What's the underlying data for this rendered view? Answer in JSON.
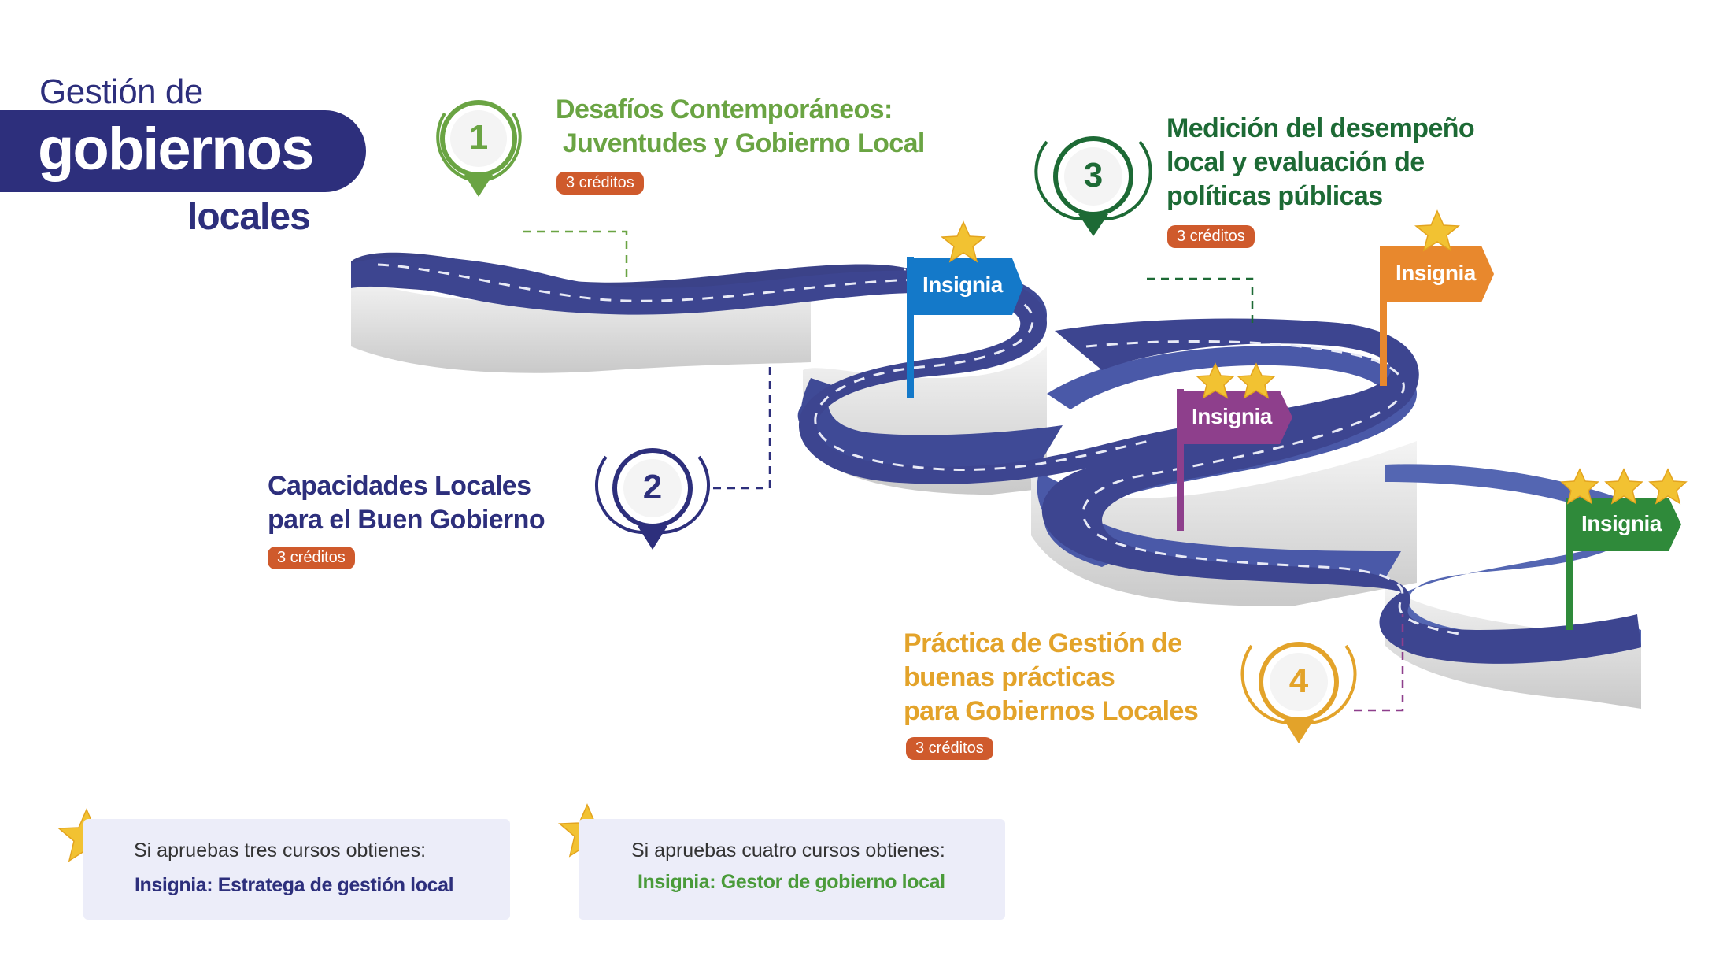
{
  "title": {
    "line1": "Gestión de",
    "line2": "gobiernos",
    "line3": "locales"
  },
  "courses": [
    {
      "number": "1",
      "lines": [
        "Desafíos Contemporáneos:",
        " Juventudes y Gobierno Local"
      ],
      "credits": "3 créditos",
      "color": "#6aa443"
    },
    {
      "number": "2",
      "lines": [
        "Capacidades Locales",
        "para el Buen Gobierno"
      ],
      "credits": "3 créditos",
      "color": "#2d2f7c"
    },
    {
      "number": "3",
      "lines": [
        "Medición del desempeño",
        "local y evaluación de",
        "políticas públicas"
      ],
      "credits": "3 créditos",
      "color": "#1d6a35"
    },
    {
      "number": "4",
      "lines": [
        "Práctica de Gestión de",
        "buenas prácticas",
        "para Gobiernos Locales"
      ],
      "credits": "3 créditos",
      "color": "#e3a32a"
    }
  ],
  "flags": [
    {
      "label": "Insignia",
      "stars": 1,
      "color": "#1479c9"
    },
    {
      "label": "Insignia",
      "stars": 2,
      "color": "#8e3f8c"
    },
    {
      "label": "Insignia",
      "stars": 1,
      "color": "#e8882d"
    },
    {
      "label": "Insignia",
      "stars": 3,
      "color": "#2f8a3a"
    }
  ],
  "legend": [
    {
      "intro": "Si apruebas tres cursos obtienes:",
      "badge": "Insignia: Estratega de gestión local",
      "color": "#2d2f7c"
    },
    {
      "intro": "Si apruebas cuatro cursos obtienes:",
      "badge": "Insignia: Gestor de gobierno local",
      "color": "#4a9b3a"
    }
  ],
  "colors": {
    "road": "#3e4590",
    "road_edge": "#6672b8",
    "road_side": "#dcdcdc",
    "star": "#f2c232"
  },
  "icons": [
    "location-pin-icon",
    "star-icon",
    "flag-icon"
  ]
}
